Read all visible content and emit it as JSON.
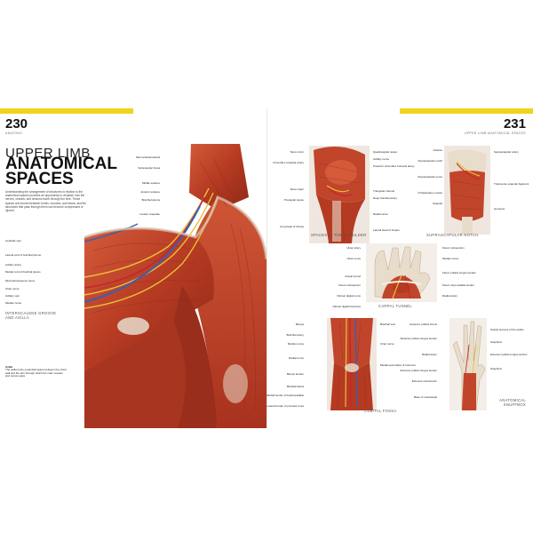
{
  "pages": {
    "left_number": "230",
    "left_running_head": "ANATOMY",
    "right_number": "231",
    "right_running_head": "UPPER LIMB ANATOMICAL SPACES"
  },
  "title": {
    "line1": "UPPER LIMB",
    "line2": "ANATOMICAL SPACES"
  },
  "intro": "Understanding the arrangement of structures in relation to the anatomical spaces provides an opportunity to visualize how the nerves, vessels, and tendons travel through the limb. These spaces are formed between bones, muscles, and fascia, and the structures that pass through them can become compressed or injured.",
  "left_labels_right": [
    "Sternocleidomastoid",
    "Subscapular fossa",
    "Middle scalene",
    "Anterior scalene",
    "Brachial plexus",
    "Levator scapulae"
  ],
  "left_labels_left": [
    "Cephalic vein",
    "Lateral cord of brachial plexus",
    "Axillary artery",
    "Medial cord of brachial plexus",
    "Musculocutaneous nerve",
    "Ulnar nerve",
    "Axillary vein",
    "Median nerve"
  ],
  "left_caption": "INTERSCALENE GROOVE AND AXILLA",
  "axilla_label": {
    "title": "Axilla",
    "text": "The axilla is the pyramidal space between the chest wall and the arm through which the main vessels and nerves pass."
  },
  "shoulder": {
    "caption": "SPACES IN THE SHOULDER",
    "left": [
      "Teres minor",
      "Circumflex scapular artery",
      "Teres major",
      "Triangular space",
      "Long head of triceps"
    ],
    "right": [
      "Quadrangular space",
      "Axillary nerve",
      "Posterior circumflex humeral artery",
      "Triangular interval",
      "Deep brachial artery",
      "Radial nerve",
      "Lateral head of triceps"
    ]
  },
  "suprascapular": {
    "caption": "SUPRASCAPULAR NOTCH",
    "left": [
      "Clavicle",
      "Suprascapular notch",
      "Suprascapular nerve",
      "Infraspinatus muscle",
      "Scapula"
    ],
    "right": [
      "Suprascapular artery",
      "Transverse scapular ligament",
      "Humerus"
    ]
  },
  "carpal": {
    "caption": "CARPAL TUNNEL",
    "left": [
      "Ulnar artery",
      "Ulnar nerve",
      "Carpal tunnel",
      "Flexor retinaculum",
      "Palmar digital nerve",
      "Palmar digital branches"
    ],
    "right": [
      "Flexor retinaculum",
      "Median nerve",
      "Flexor pollicis longus tendon",
      "Flexor carpi radialis tendon",
      "Radial artery"
    ]
  },
  "cubital": {
    "caption": "CUBITAL FOSSA",
    "left": [
      "Biceps",
      "Brachial artery",
      "Median nerve",
      "Radial nerve",
      "Biceps tendon",
      "Bicipital fascia",
      "Medial border of brachioradialis",
      "Lateral border of pronator teres"
    ],
    "right": [
      "Brachial vein",
      "Ulnar nerve",
      "Medial epicondyle of humerus"
    ]
  },
  "snuffbox": {
    "caption": "ANATOMICAL SNUFFBOX",
    "left": [
      "Extensor pollicis brevis",
      "Abductor pollicis longus tendon",
      "Radial artery",
      "Extensor pollicis longus tendon",
      "Extensor retinaculum",
      "Base of metacarpal"
    ],
    "right": [
      "Styloid process of the radius",
      "Scaphoid",
      "Extensor pollicis longus tendon",
      "Scaphoid"
    ]
  },
  "colors": {
    "accent": "#f2d31b",
    "muscle": "#c1452b",
    "muscle_dark": "#8e2a18",
    "tendon": "#e8dccb",
    "nerve": "#e8c03a",
    "artery": "#c8242a",
    "vein": "#3a5fb3"
  }
}
